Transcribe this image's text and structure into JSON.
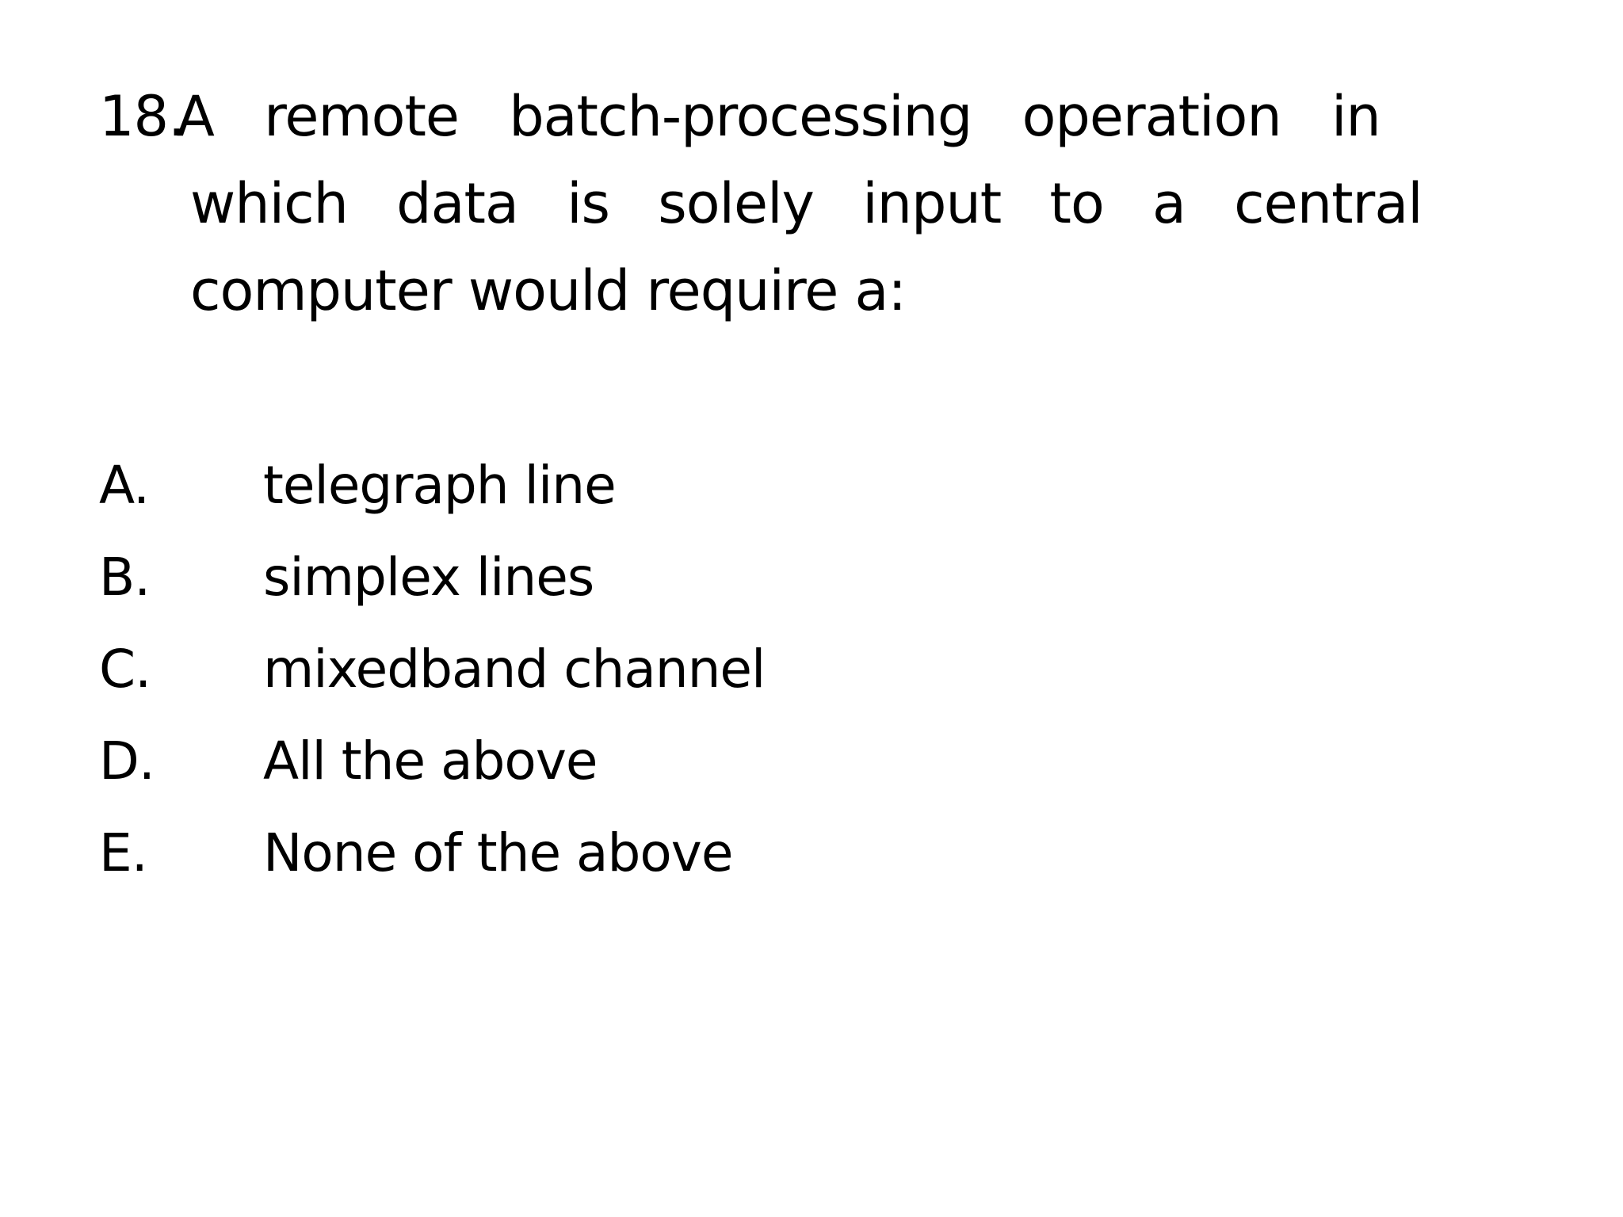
{
  "question": {
    "number": "18.",
    "lines": [
      "A remote batch-processing operation in",
      "which data is solely input to a central",
      "computer would require a:"
    ]
  },
  "options": [
    {
      "letter": "A.",
      "text": "telegraph line"
    },
    {
      "letter": "B.",
      "text": "simplex lines"
    },
    {
      "letter": "C.",
      "text": "mixedband channel"
    },
    {
      "letter": "D.",
      "text": "All the above"
    },
    {
      "letter": "E.",
      "text": "None of the above"
    }
  ]
}
